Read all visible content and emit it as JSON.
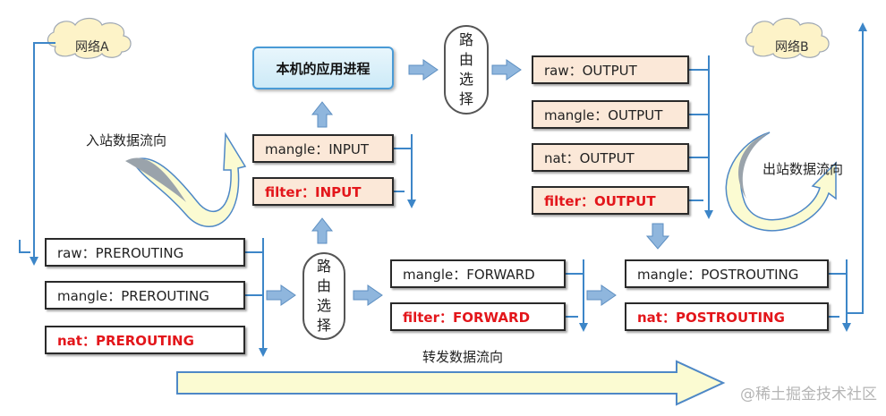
{
  "networks": {
    "a": "网络A",
    "b": "网络B"
  },
  "flows": {
    "inbound": "入站数据流向",
    "outbound": "出站数据流向",
    "forward": "转发数据流向"
  },
  "app_process": "本机的应用进程",
  "routing": {
    "line1": "路",
    "line2": "由",
    "line3": "选",
    "line4": "择"
  },
  "prerouting": {
    "raw": "raw：PREROUTING",
    "mangle": "mangle：PREROUTING",
    "nat": "nat：PREROUTING"
  },
  "input": {
    "mangle": "mangle：INPUT",
    "filter": "filter：INPUT"
  },
  "output": {
    "raw": "raw：OUTPUT",
    "mangle": "mangle：OUTPUT",
    "nat": "nat：OUTPUT",
    "filter": "filter：OUTPUT"
  },
  "forward": {
    "mangle": "mangle：FORWARD",
    "filter": "filter：FORWARD"
  },
  "postrouting": {
    "mangle": "mangle：POSTROUTING",
    "nat": "nat：POSTROUTING"
  },
  "watermark": "@稀土掘金技术社区",
  "colors": {
    "line": "#3d86c8",
    "arrow": "#8fb6dd",
    "arrow_stroke": "#5d8fc2",
    "flow": "#fbfbd2",
    "flow_stroke": "#4e88c6",
    "filter_text": "#e3161b",
    "shade": "#fbe8d8"
  }
}
